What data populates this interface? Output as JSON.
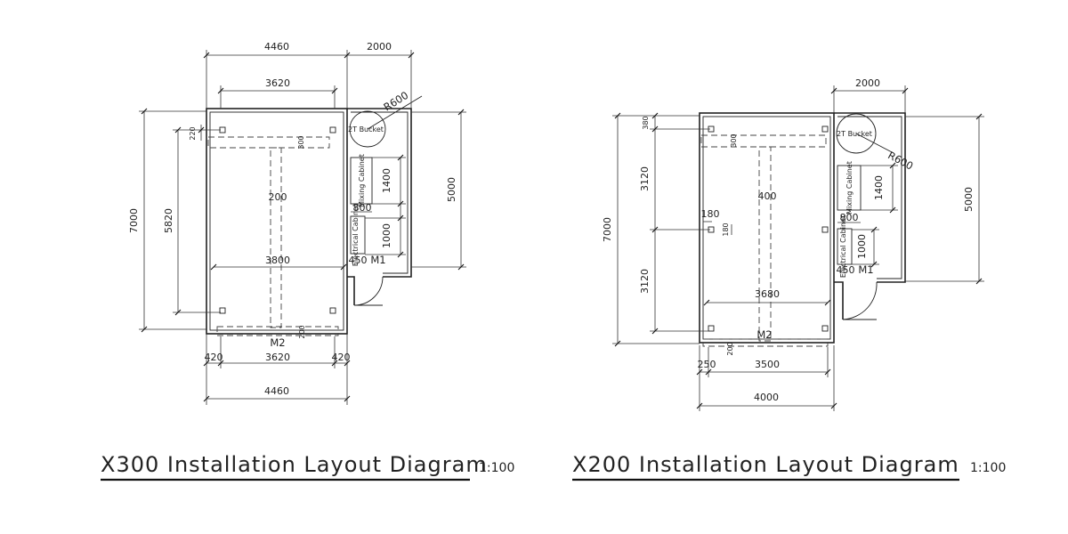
{
  "x300": {
    "title": "X300 Installation Layout Diagram",
    "scale": "1:100",
    "dims": {
      "top_4460": "4460",
      "top_2000": "2000",
      "top_3620": "3620",
      "left_7000": "7000",
      "left_5820": "5820",
      "left_220": "220",
      "right_5000": "5000",
      "inner_300": "300",
      "inner_200": "200",
      "inner_1400": "1400",
      "inner_800": "800",
      "inner_1000": "1000",
      "inner_3800": "3800",
      "inner_450": "450",
      "inner_200b": "200",
      "bot_420a": "420",
      "bot_3620": "3620",
      "bot_420b": "420",
      "bot_4460": "4460"
    },
    "labels": {
      "r600": "R600",
      "bucket": "2T Bucket",
      "mixing": "Mixing Cabinet",
      "electrical": "Electrical Cabinet",
      "m1": "M1",
      "m2": "M2"
    }
  },
  "x200": {
    "title": "X200 Installation Layout Diagram",
    "scale": "1:100",
    "dims": {
      "top_2000": "2000",
      "left_7000": "7000",
      "left_380": "380",
      "left_3120a": "3120",
      "left_3120b": "3120",
      "right_5000": "5000",
      "inner_300": "300",
      "inner_400": "400",
      "inner_180a": "180",
      "inner_180b": "180",
      "inner_1400": "1400",
      "inner_800": "800",
      "inner_1000": "1000",
      "inner_450": "450",
      "inner_3680": "3680",
      "inner_200": "200",
      "bot_250": "250",
      "bot_3500": "3500",
      "bot_4000": "4000"
    },
    "labels": {
      "r600": "R600",
      "bucket": "2T Bucket",
      "mixing": "Mixing Cabinet",
      "electrical": "Electrical Cabinet",
      "m1": "M1",
      "m2": "M2"
    }
  }
}
